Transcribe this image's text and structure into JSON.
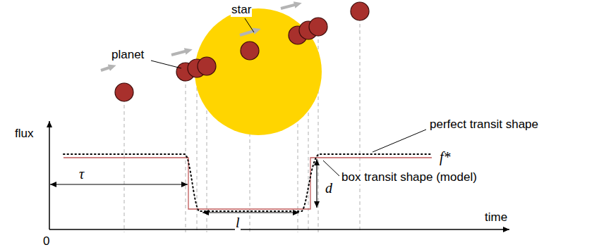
{
  "diagram": {
    "labels": [
      "star",
      "planet",
      "perfect transit shape",
      "f*",
      "box transit shape (model)",
      "flux",
      "τ",
      "d",
      "l",
      "time",
      "0"
    ]
  }
}
